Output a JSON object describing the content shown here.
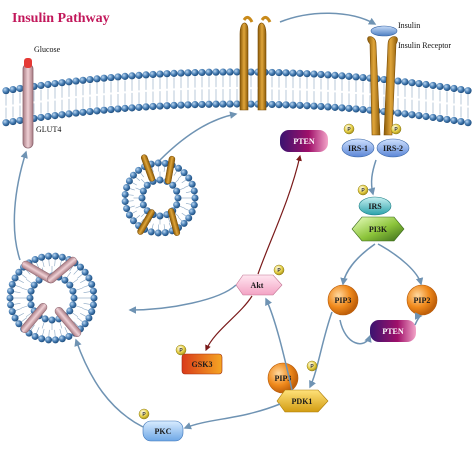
{
  "title": "Insulin Pathway",
  "labels": {
    "glucose": "Glucose",
    "glut4": "GLUT4",
    "insulin": "Insulin",
    "insulin_receptor": "Insulin Receptor",
    "pten_top": "PTEN",
    "irs1": "IRS-1",
    "irs2": "IRS-2",
    "irs": "IRS",
    "pi3k": "PI3K",
    "akt": "Akt",
    "pip3_a": "PIP3",
    "pip2": "PIP2",
    "pten_bottom": "PTEN",
    "gsk3": "GSK3",
    "pip3_b": "PIP3",
    "pdk1": "PDK1",
    "pkc": "PKC"
  },
  "phospho_label": "P",
  "colors": {
    "title": "#c2185b",
    "membrane_head": "#3f73a8",
    "receptor": "#c98a1a",
    "glut4": "#d7a6ad",
    "arrow": "#6f93b3",
    "inhibit": "#7a1a1a"
  }
}
